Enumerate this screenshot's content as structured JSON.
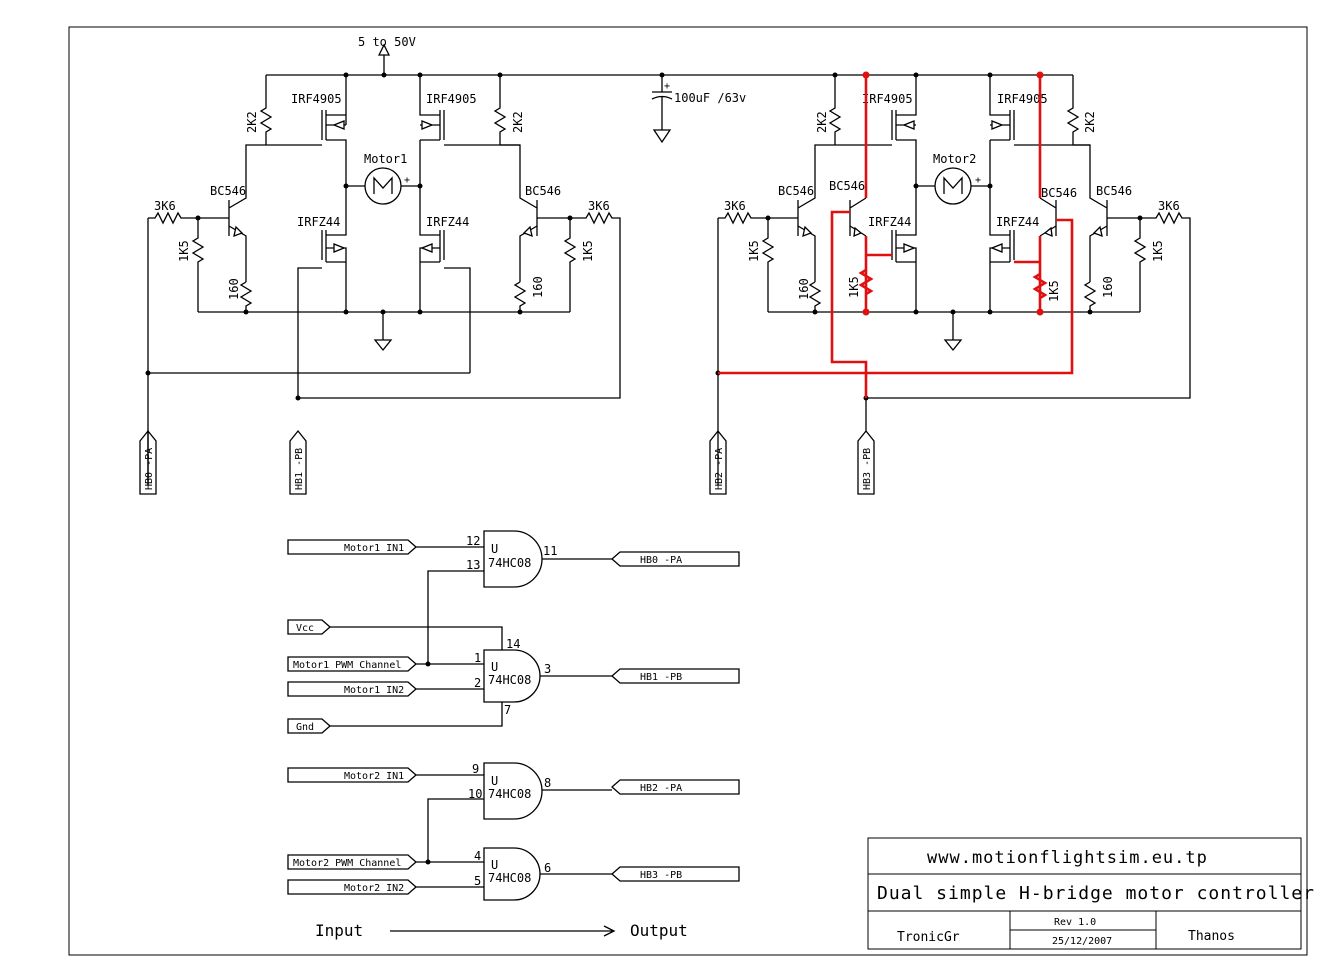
{
  "supply": {
    "label": "5 to 50V"
  },
  "capacitor": {
    "label": "100uF /63v"
  },
  "motors": [
    {
      "label": "Motor1"
    },
    {
      "label": "Motor2"
    }
  ],
  "bridge": {
    "pmos": "IRF4905",
    "nmos": "IRFZ44",
    "bjt": "BC546",
    "r_2k2": "2K2",
    "r_3k6": "3K6",
    "r_1k5": "1K5",
    "r_160": "160"
  },
  "ports": {
    "hb0": "HB0 -PA",
    "hb1": "HB1 -PB",
    "hb2": "HB2 -PA",
    "hb3": "HB3 -PB"
  },
  "logic": {
    "inputs": {
      "m1_in1": "Motor1 IN1",
      "vcc": "Vcc",
      "m1_pwm": "Motor1 PWM Channel",
      "m1_in2": "Motor1 IN2",
      "gnd": "Gnd",
      "m2_in1": "Motor2 IN1",
      "m2_pwm": "Motor2 PWM Channel",
      "m2_in2": "Motor2 IN2"
    },
    "gate_ref": "U",
    "gate_part": "74HC08",
    "pins": {
      "g1a": "12",
      "g1b": "13",
      "g1y": "11",
      "g2a": "1",
      "g2b": "2",
      "g2y": "3",
      "vcc": "14",
      "gnd": "7",
      "g3a": "9",
      "g3b": "10",
      "g3y": "8",
      "g4a": "4",
      "g4b": "5",
      "g4y": "6"
    },
    "flow_input": "Input",
    "flow_output": "Output"
  },
  "title_block": {
    "website": "www.motionflightsim.eu.tp",
    "title": "Dual simple H-bridge motor controller",
    "company": "TronicGr",
    "rev": "Rev 1.0",
    "date": "25/12/2007",
    "author": "Thanos"
  }
}
